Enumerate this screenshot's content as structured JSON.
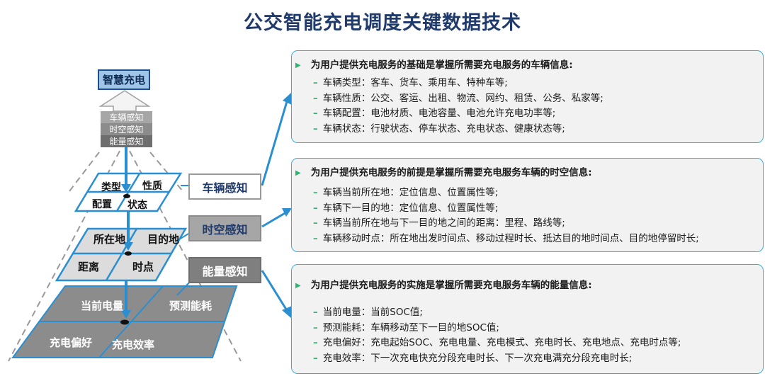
{
  "title": "公交智能充电调度关键数据技术",
  "smart_charging": "智慧充电",
  "stack": [
    "车辆感知",
    "时空感知",
    "能量感知"
  ],
  "pyramid": {
    "layer1": [
      "类型",
      "性质",
      "配置",
      "状态"
    ],
    "layer2": [
      "所在地",
      "目的地",
      "距离",
      "时点"
    ],
    "layer3": [
      "当前电量",
      "预测能耗",
      "充电偏好",
      "充电效率"
    ]
  },
  "labels": [
    "车辆感知",
    "时空感知",
    "能量感知"
  ],
  "panels": [
    {
      "head": "为用户提供充电服务的基础是掌握所需要充电服务的车辆信息:",
      "lines": [
        "车辆类型：客车、货车、乘用车、特种车等;",
        "车辆性质：公交、客运、出租、物流、网约、租赁、公务、私家等;",
        "车辆配置：电池材质、电池容量、电池允许充电功率等;",
        "车辆状态：行驶状态、停车状态、充电状态、健康状态等;"
      ]
    },
    {
      "head": "为用户提供充电服务的前提是掌握所需要充电服务车辆的时空信息:",
      "lines": [
        "车辆当前所在地：定位信息、位置属性等;",
        "车辆下一目的地：定位信息、位置属性等;",
        "车辆当前所在地与下一目的地之间的距离：里程、路线等;",
        "车辆移动时点：所在地出发时间点、移动过程时长、抵达目的地时间点、目的地停留时长;"
      ]
    },
    {
      "head": "为用户提供充电服务的实施是掌握所需要充电服务车辆的能量信息:",
      "lines": [
        "当前电量：当前SOC值;",
        "预测能耗：车辆移动至下一目的地SOC值;",
        "充电偏好：充电起始SOC、充电电量、充电模式、充电时长、充电地点、充电时点等;",
        "充电效率：下一次充电快充分段充电时长、下一次充电满充分段充电时长;"
      ]
    }
  ]
}
